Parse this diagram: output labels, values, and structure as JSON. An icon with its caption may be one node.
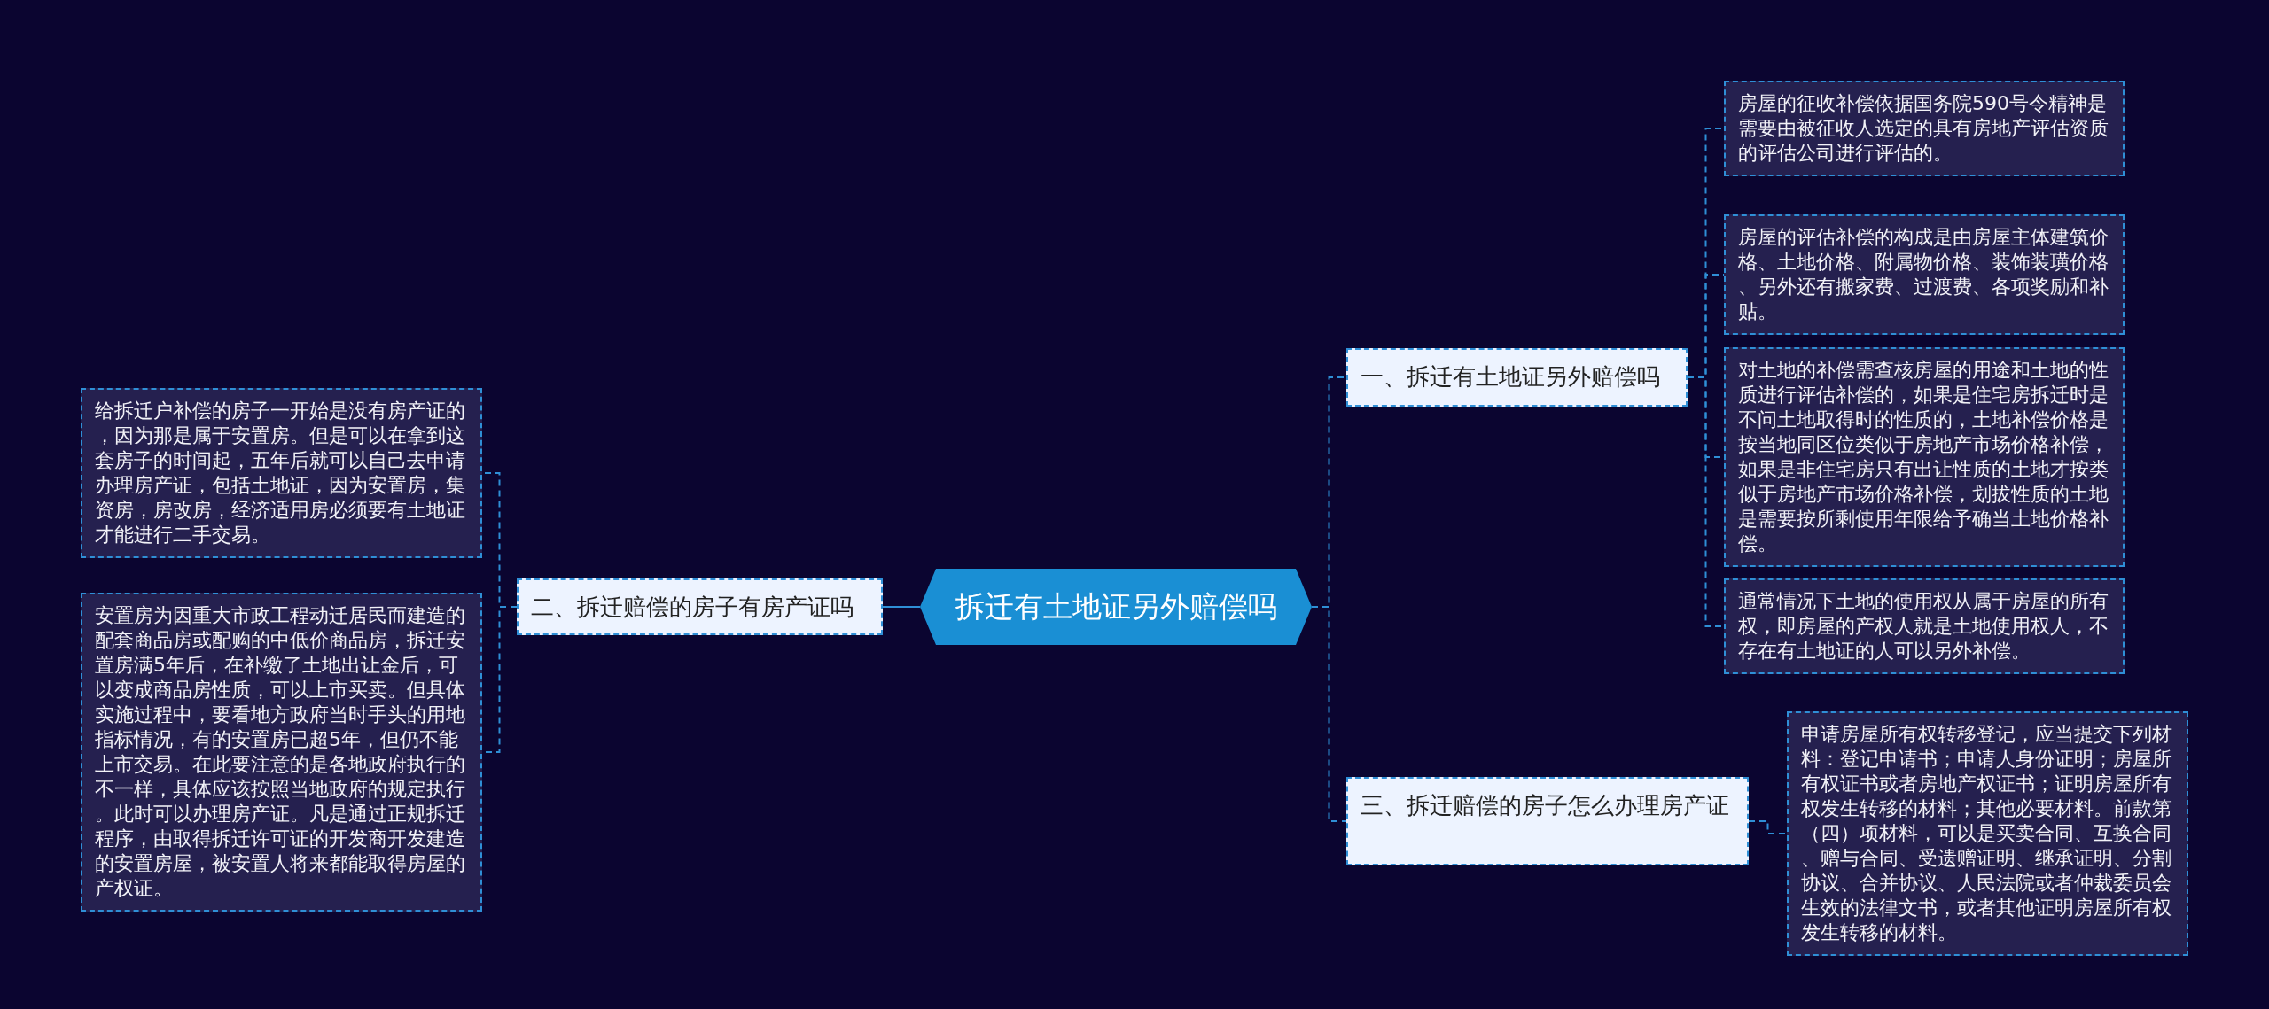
{
  "diagram": {
    "nodes": [
      {
        "text": [
          "拆迁有土地证另外赔偿吗"
        ]
      },
      {
        "text": [
          "一、拆迁有土地证另外赔偿吗"
        ]
      },
      {
        "text": [
          "房屋的征收补偿依据国务院590号令精神是需要由被征收人选定的具有房地产评估资质的评估公司进行评估的。"
        ]
      },
      {
        "text": [
          "房屋的评估补偿的构成是由房屋主体建筑价格、土地价格、附属物价格、装饰装璜价格、另外还有搬家费、过渡费、各项奖励和补贴。"
        ]
      },
      {
        "text": [
          "对土地的补偿需查核房屋的用途和土地的性质进行评估补偿的，如果是住宅房拆迁时是不问土地取得时的性质的，土地补偿价格是按当地同区位类似于房地产市场价格补偿，如果是非住宅房只有出让性质的土地才按类似于房地产市场价格补偿，划拔性质的土地是需要按所剩使用年限给予确当土地价格补偿。"
        ]
      },
      {
        "text": [
          "通常情况下土地的使用权从属于房屋的所有权，即房屋的产权人就是土地使用权人，不存在有土地证的人可以另外补偿。"
        ]
      },
      {
        "text": [
          "三、拆迁赔偿的房子怎么办理房产证"
        ]
      },
      {
        "text": [
          "申请房屋所有权转移登记，应当提交下列材料：登记申请书；申请人身份证明；房屋所有权证书或者房地产权证书；证明房屋所有权发生转移的材料；其他必要材料。前款第（四）项材料，可以是买卖合同、互换合同、赠与合同、受遗赠证明、继承证明、分割协议、合并协议、人民法院或者仲裁委员会生效的法律文书，或者其他证明房屋所有权发生转移的材料。"
        ]
      },
      {
        "text": [
          "二、拆迁赔偿的房子有房产证吗"
        ]
      },
      {
        "text": [
          "给拆迁户补偿的房子一开始是没有房产证的，因为那是属于安置房。但是可以在拿到这套房子的时间起，五年后就可以自己去申请办理房产证，包括土地证，因为安置房，集资房，房改房，经济适用房必须要有土地证才能进行二手交易。"
        ]
      },
      {
        "text": [
          "安置房为因重大市政工程动迁居民而建造的配套商品房或配购的中低价商品房，拆迁安置房满5年后，在补缴了土地出让金后，可以变成商品房性质，可以上市买卖。但具体实施过程中，要看地方政府当时手头的用地指标情况，有的安置房已超5年，但仍不能上市交易。在此要注意的是各地政府执行的不一样，具体应该按照当地政府的规定执行。此时可以办理房产证。凡是通过正规拆迁程序，由取得拆迁许可证的开发商开发建造的安置房屋，被安置人将来都能取得房屋的产权证。"
        ]
      }
    ],
    "edges": [
      {
        "from": 0,
        "to": 1,
        "arrow": "none",
        "style": "dashed"
      },
      {
        "from": 1,
        "to": 2,
        "arrow": "none",
        "style": "dashed"
      },
      {
        "from": 1,
        "to": 3,
        "arrow": "none",
        "style": "dashed"
      },
      {
        "from": 1,
        "to": 4,
        "arrow": "none",
        "style": "dashed"
      },
      {
        "from": 1,
        "to": 5,
        "arrow": "none",
        "style": "dashed"
      },
      {
        "from": 0,
        "to": 6,
        "arrow": "none",
        "style": "dashed"
      },
      {
        "from": 6,
        "to": 7,
        "arrow": "none",
        "style": "dashed"
      },
      {
        "from": 0,
        "to": 8,
        "arrow": "none"
      },
      {
        "from": 8,
        "to": 9,
        "arrow": "none",
        "style": "dashed"
      },
      {
        "from": 8,
        "to": 10,
        "arrow": "none",
        "style": "dashed"
      }
    ]
  }
}
